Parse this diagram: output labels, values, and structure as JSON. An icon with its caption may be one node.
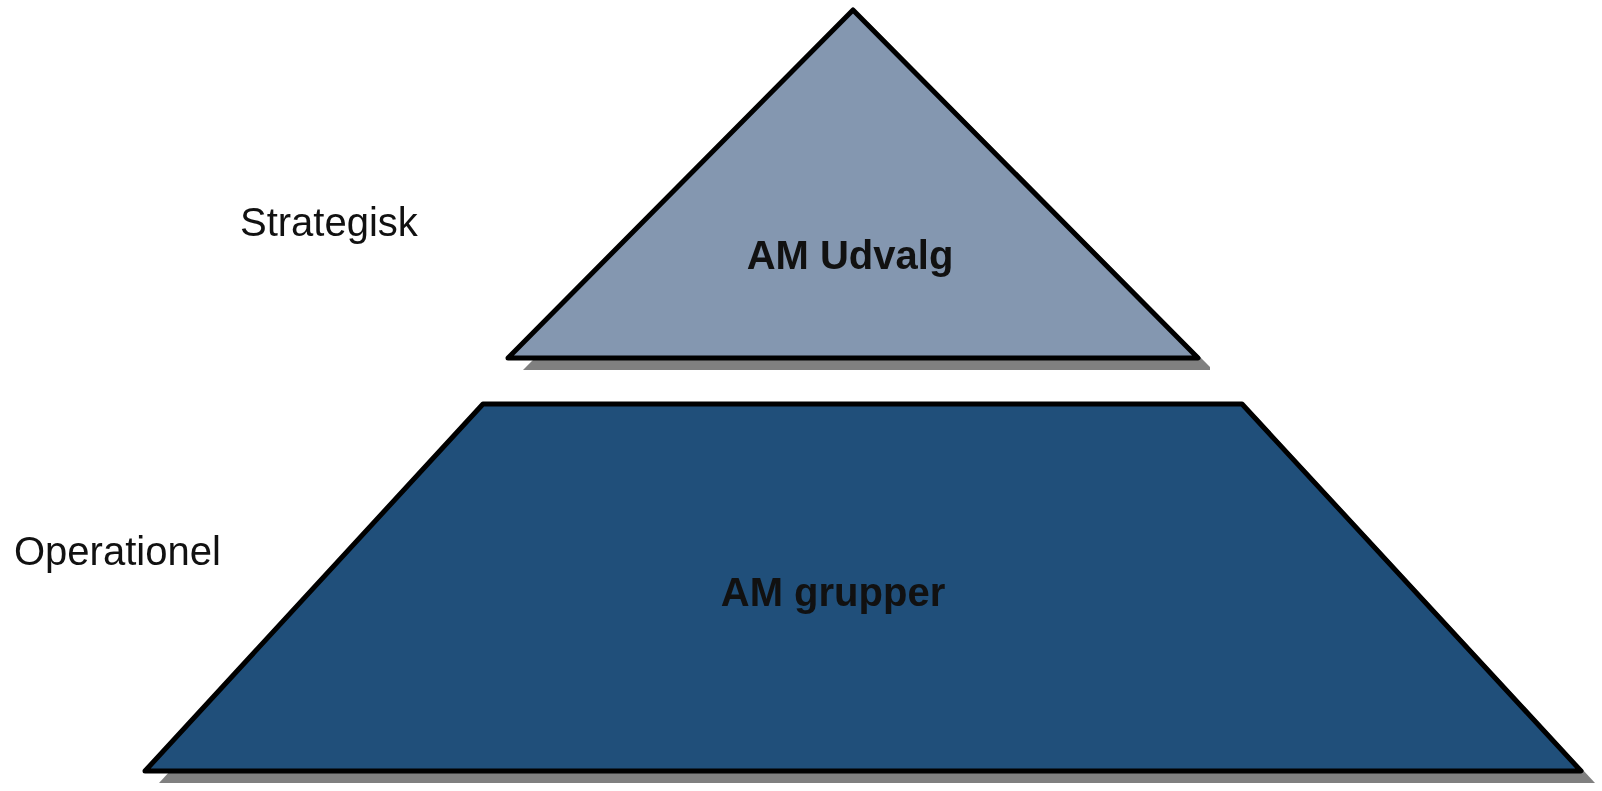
{
  "diagram": {
    "nodes": [
      {
        "text": [
          "AM Udvalg"
        ],
        "beside": [
          "Strategisk"
        ]
      },
      {
        "text": [
          "AM grupper"
        ],
        "beside": [
          "Operationel"
        ]
      }
    ]
  }
}
